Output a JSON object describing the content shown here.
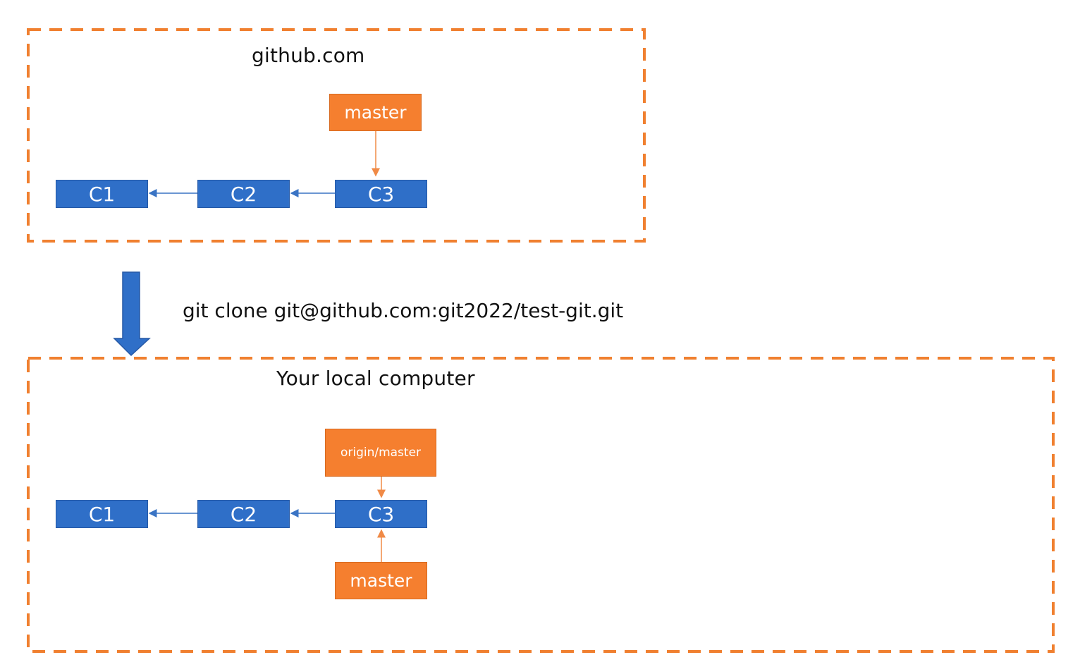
{
  "colors": {
    "region_border": "#f08030",
    "commit_fill": "#2f6fc8",
    "branch_fill": "#f57f2f",
    "commit_link": "#3a74c4",
    "branch_link": "#f08a46"
  },
  "remote": {
    "title": "github.com",
    "branch_label": "master",
    "commits": [
      "C1",
      "C2",
      "C3"
    ]
  },
  "command": {
    "text": "git clone git@github.com:git2022/test-git.git",
    "icon": "down-arrow-icon"
  },
  "local": {
    "title": "Your local computer",
    "remote_tracking_label": "origin/master",
    "branch_label": "master",
    "commits": [
      "C1",
      "C2",
      "C3"
    ]
  }
}
